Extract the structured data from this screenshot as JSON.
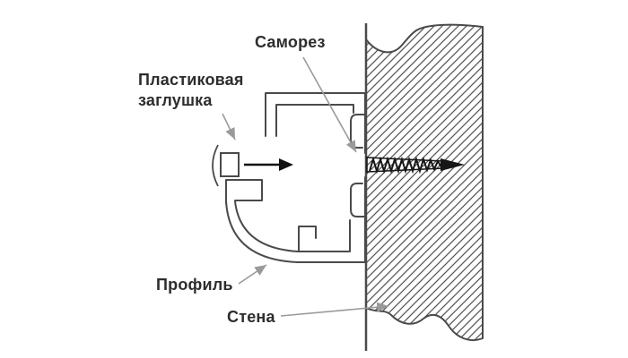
{
  "diagram": {
    "labels": {
      "screw": "Саморез",
      "plug_line1": "Пластиковая",
      "plug_line2": "заглушка",
      "profile": "Профиль",
      "wall": "Стена"
    },
    "colors": {
      "background": "#ffffff",
      "line": "#4a4a4a",
      "hatch": "#565656",
      "screw": "#161616",
      "pointer_arrow": "#9a9a9a",
      "insert_arrow": "#111111",
      "text": "#2d2d2d"
    }
  }
}
